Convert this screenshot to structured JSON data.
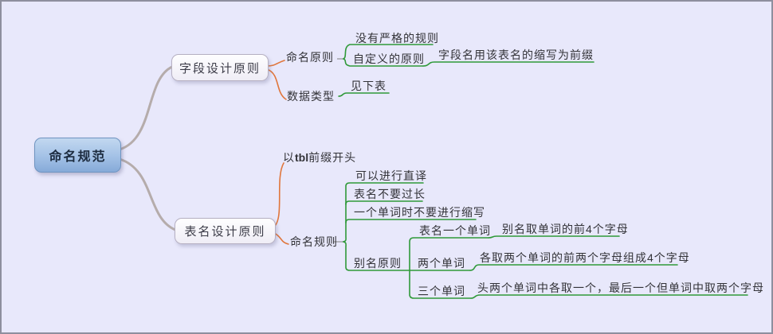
{
  "colors": {
    "background": "#e8e8fb",
    "frame_border": "#8e8f9e",
    "root_fill": "#9cbce2",
    "root_border": "#6f94c0",
    "main_branch_line": "#b5acab",
    "sub_branch_line": "#e0763c",
    "leaf_line": "#2f9939",
    "text": "#333338"
  },
  "mindmap": {
    "root": {
      "label": "命名规范"
    },
    "level2": [
      {
        "label": "字段设计原则"
      },
      {
        "label": "表名设计原则"
      }
    ],
    "topics": {
      "naming_principle": "命名原则",
      "no_strict_rule": "没有严格的规则",
      "custom_principle": "自定义的原则",
      "field_prefix_rule": "字段名用该表名的缩写为前缀",
      "data_type": "数据类型",
      "see_table": "见下表",
      "tbl_prefix": {
        "pre": "以",
        "bold": "tbl",
        "post": "前缀开头"
      },
      "naming_rule": "命名规则",
      "literal_translation": "可以进行直译",
      "not_too_long": "表名不要过长",
      "no_abbrev_single": "一个单词时不要进行缩写",
      "alias_principle": "别名原则",
      "one_word": "表名一个单词",
      "two_words": "两个单词",
      "three_words": "三个单词",
      "one_word_rule": "别名取单词的前4个字母",
      "two_words_rule": "各取两个单词的前两个字母组成4个字母",
      "three_words_rule": "头两个单词中各取一个，最后一个但单词中取两个字母"
    }
  }
}
